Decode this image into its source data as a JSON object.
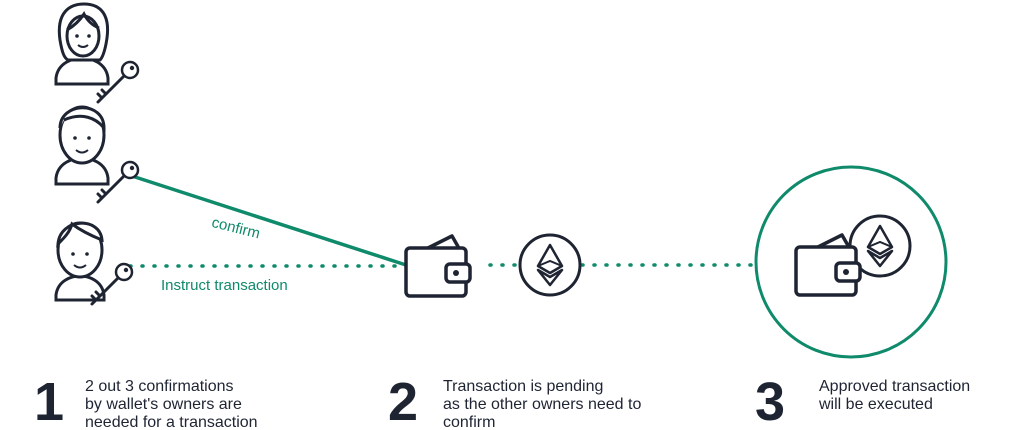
{
  "diagram": {
    "labels": {
      "confirm": "confirm",
      "instruct": "Instruct transaction"
    },
    "colors": {
      "accent": "#0f8a6b",
      "ink": "#1f2433"
    },
    "icons": [
      "owner-avatar-icon",
      "key-icon",
      "wallet-icon",
      "ethereum-icon"
    ]
  },
  "steps": [
    {
      "number": "1",
      "lines": [
        "2 out 3 confirmations",
        "by wallet's owners are",
        "needed for a transaction"
      ]
    },
    {
      "number": "2",
      "lines": [
        "Transaction is pending",
        "as the other owners need to",
        "confirm"
      ]
    },
    {
      "number": "3",
      "lines": [
        "Approved transaction",
        "will be executed"
      ]
    }
  ]
}
